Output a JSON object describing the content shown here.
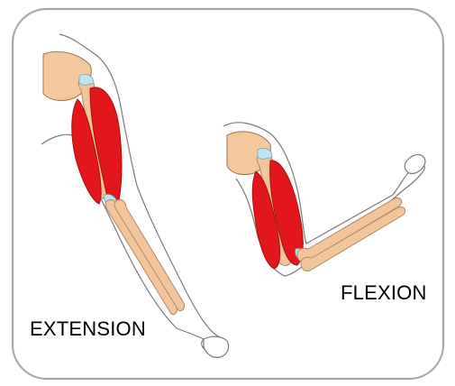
{
  "labels": {
    "extension": "EXTENSION",
    "flexion": "FLEXION"
  },
  "colors": {
    "frame": "#a8a8a8",
    "skin": "#f4c79c",
    "bone": "#f2c49a",
    "bone_outline": "#b08a66",
    "muscle": "#e3171b",
    "muscle_dark": "#a80e10",
    "tendon": "#bfe6f0",
    "outline": "#7a7a7a"
  },
  "icons": {
    "extended_arm": "extended-arm-illustration",
    "flexed_arm": "flexed-arm-illustration"
  }
}
